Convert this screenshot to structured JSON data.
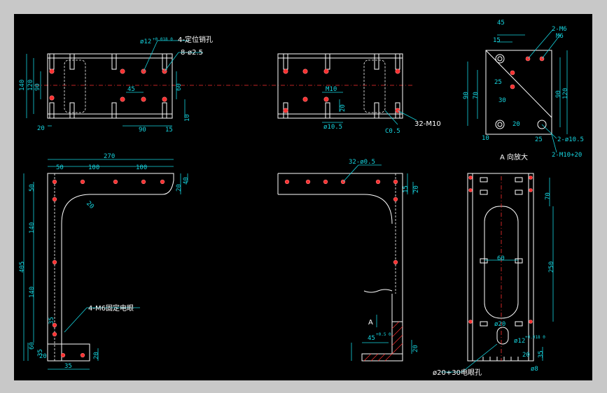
{
  "labels": {
    "hole_spec_top": "ø12",
    "hole_tol_top": "+0.018 0",
    "dowel_holes": "4-定位销孔",
    "small_holes": "8-ø2.5",
    "slot_m10": "M10",
    "holes_m10_32": "32-M10",
    "dia_10_5": "ø10.5",
    "chamfer": "C0.5",
    "m6_2": "2-M6",
    "m6": "M6",
    "dia_10_5_2": "2-ø10.5",
    "m10_20": "2-M10+20",
    "view_a_enlarged": "A 向放大",
    "holes_32_05": "32-ø0.5",
    "m6_fix_motor": "4-M6固定电眼",
    "motor_hole": "ø20+30电眼孔",
    "view_a": "A",
    "angle_45": "45",
    "tol_45": "+0.5 0",
    "dia_20": "ø20",
    "dia_12": "ø12",
    "tol_12": "+0.018 0",
    "dia_8": "ø8"
  },
  "dims": {
    "d20a": "20",
    "d140": "140",
    "d120": "120",
    "d90v": "90",
    "d60": "60",
    "d10": "10",
    "d45": "45",
    "d90h": "90",
    "d15": "15",
    "d20b": "20",
    "d270": "270",
    "d50h": "50",
    "d100a": "100",
    "d100b": "100",
    "d20c": "20",
    "d40": "40",
    "d50v": "50",
    "d140a": "140",
    "d405": "405",
    "d140b": "140",
    "d35a": "35",
    "d60b": "60",
    "d35b": "35",
    "d20d": "20",
    "d20e": "20",
    "d35c": "35",
    "d20f": "20",
    "d15b": "15",
    "d20g": "20",
    "d20h": "20",
    "ra_15": "15",
    "ra_25": "25",
    "ra_30": "30",
    "ra_90": "90",
    "ra_70": "70",
    "ra_90b": "90",
    "ra_120": "120",
    "ra_20": "20",
    "ra_25b": "25",
    "ra_10": "10",
    "ra_45": "45",
    "rv_70": "70",
    "rv_250": "250",
    "rv_60": "60",
    "rv_35": "35",
    "rv_20": "20"
  }
}
